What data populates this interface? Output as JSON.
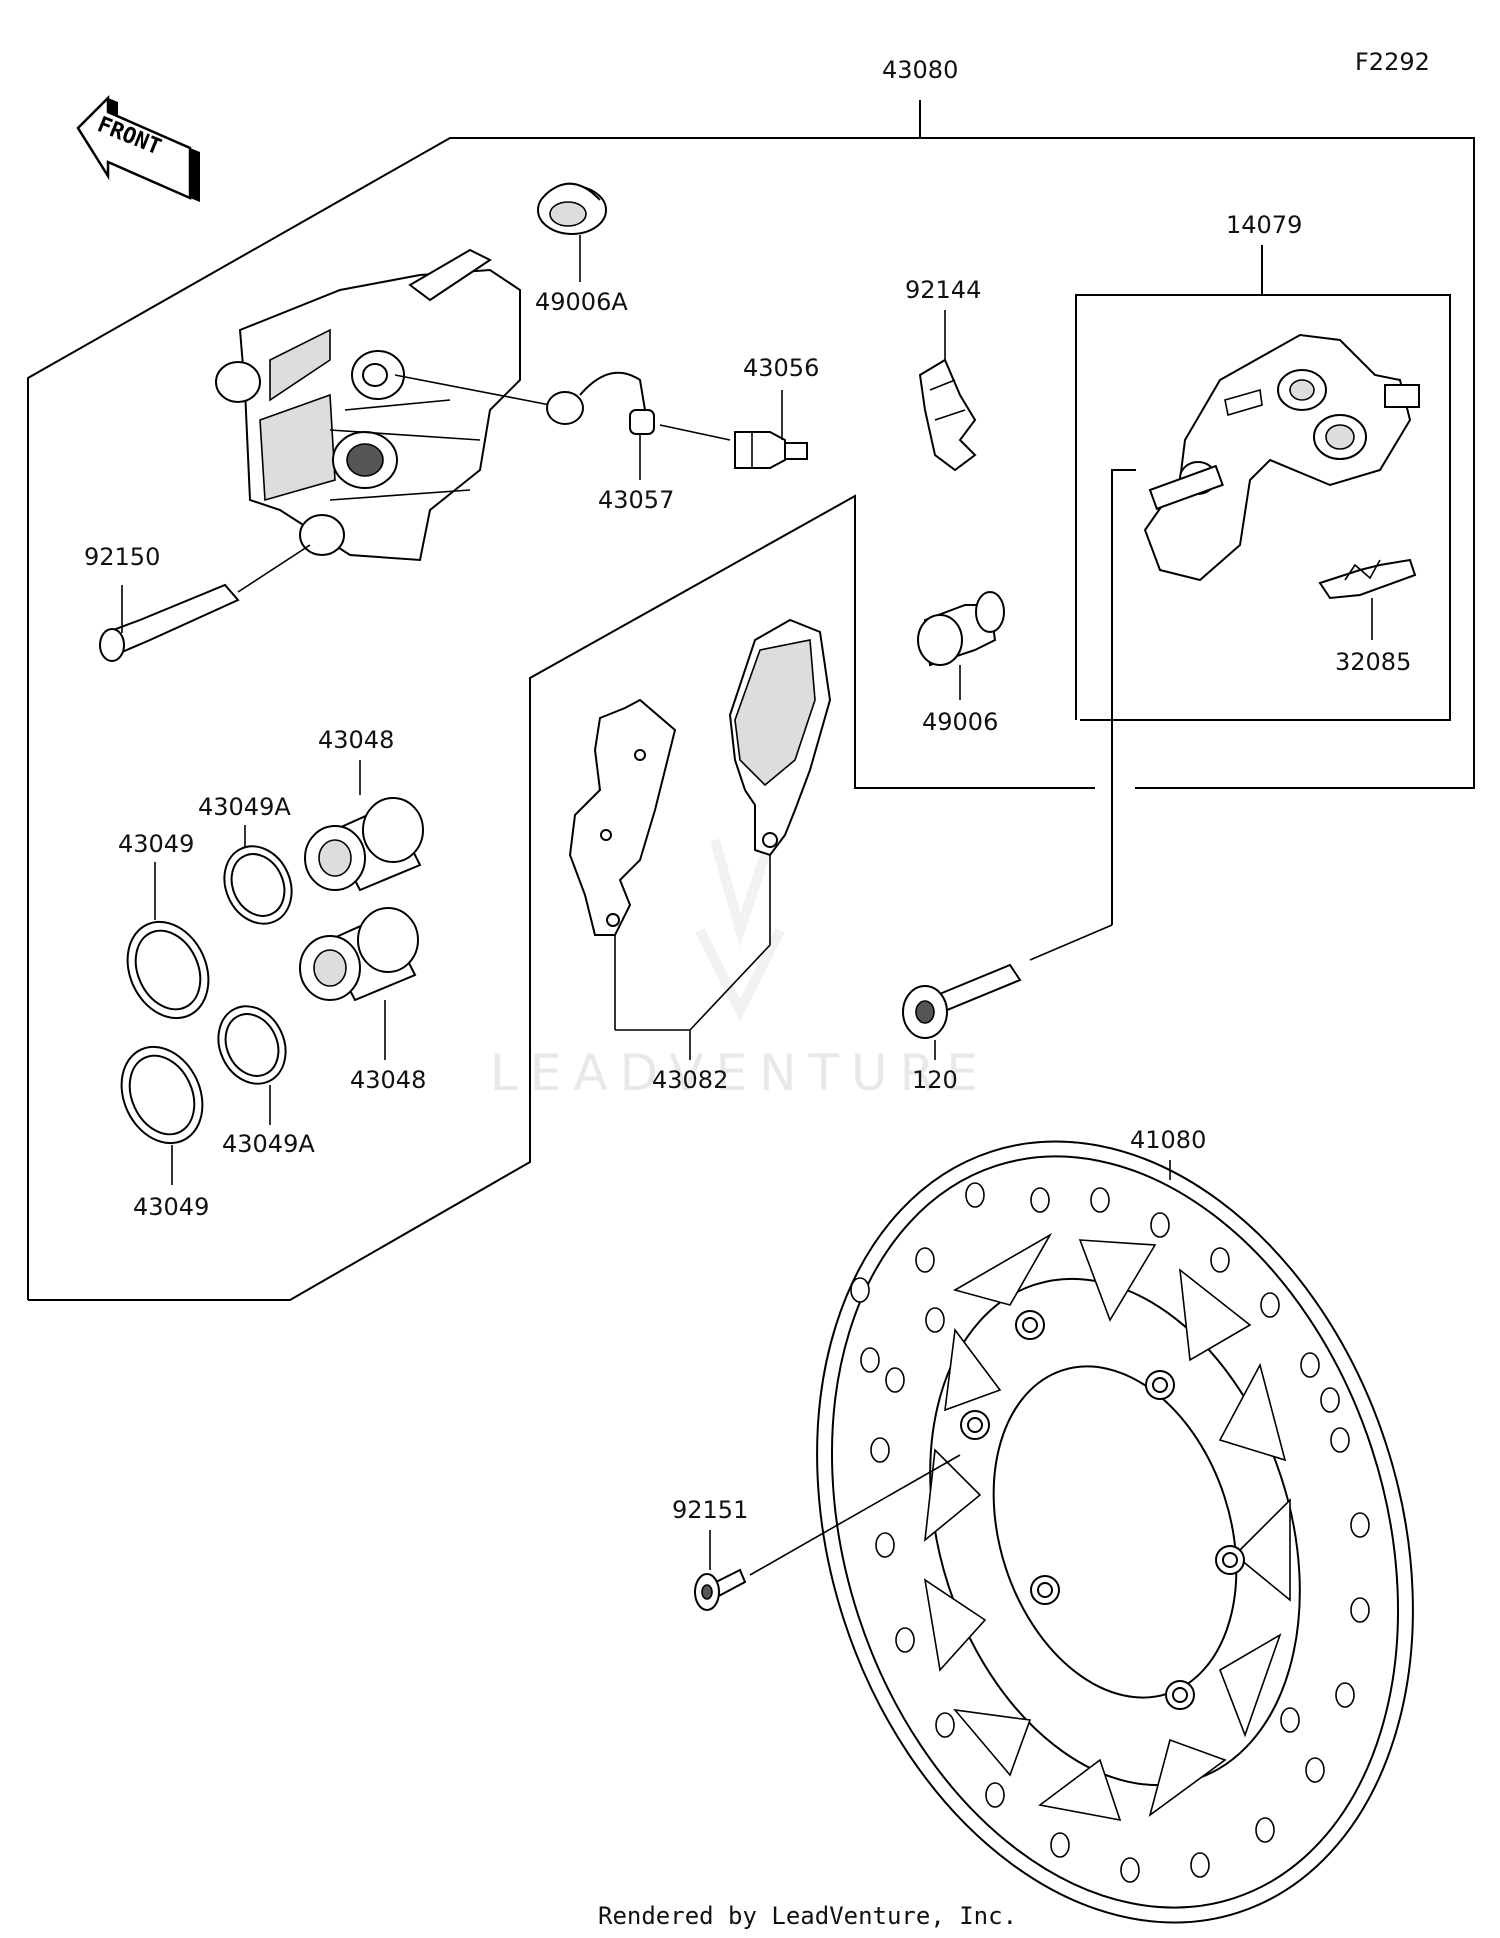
{
  "diagram_code": "F2292",
  "front_label": "FRONT",
  "watermark": "LEADVENTURE",
  "credit": "Rendered by LeadVenture, Inc.",
  "parts": {
    "caliper_assy": "43080",
    "holder_assy": "14079",
    "cap": "49006A",
    "spring": "92144",
    "bleeder_valve": "43056",
    "bleeder_cap": "43057",
    "pin_bolt": "92150",
    "boot": "49006",
    "spring_clip": "32085",
    "piston_upper": "43048",
    "piston_lower": "43048",
    "seal_a_upper": "43049A",
    "seal_a_lower": "43049A",
    "seal_upper": "43049",
    "seal_lower": "43049",
    "pad_assy": "43082",
    "bolt": "120",
    "disc": "41080",
    "disc_bolt": "92151"
  }
}
